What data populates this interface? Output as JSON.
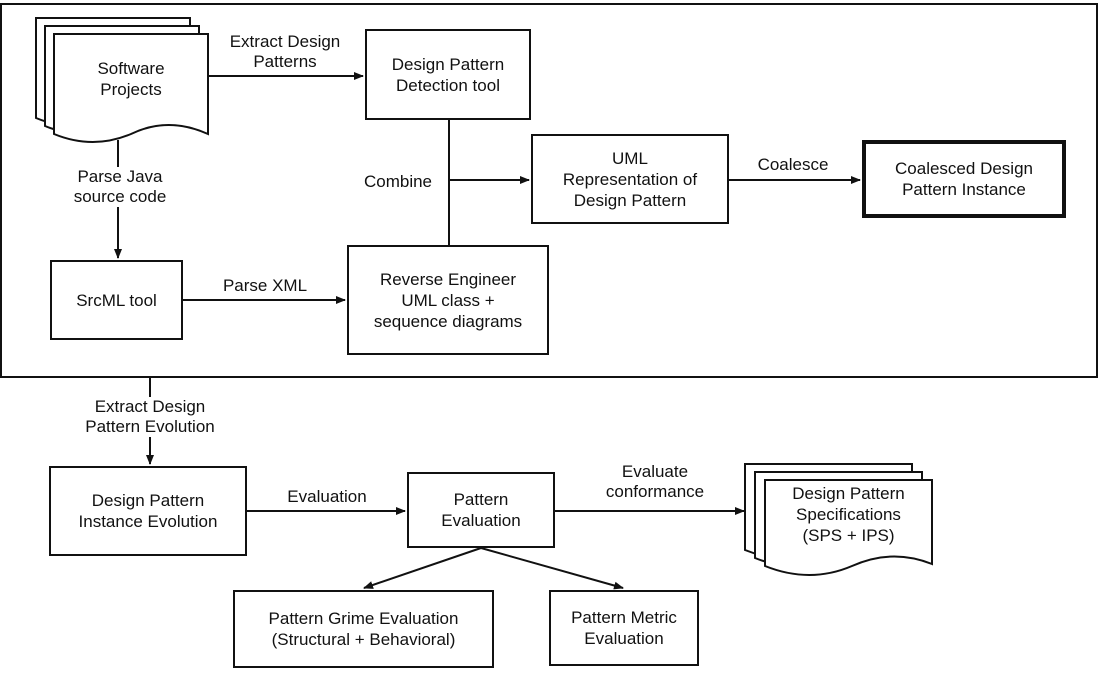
{
  "nodes": {
    "software_projects": "Software\nProjects",
    "detection_tool": "Design Pattern\nDetection tool",
    "uml_representation": "UML\nRepresentation of\nDesign Pattern",
    "coalesced_instance": "Coalesced Design\nPattern Instance",
    "srcml_tool": "SrcML tool",
    "reverse_engineer": "Reverse Engineer\nUML class +\nsequence diagrams",
    "instance_evolution": "Design Pattern\nInstance Evolution",
    "pattern_evaluation": "Pattern\nEvaluation",
    "specifications": "Design Pattern\nSpecifications\n(SPS + IPS)",
    "grime_evaluation": "Pattern Grime Evaluation\n(Structural + Behavioral)",
    "metric_evaluation": "Pattern Metric\nEvaluation"
  },
  "edges": {
    "extract_design_patterns": "Extract Design\nPatterns",
    "parse_java": "Parse Java\nsource code",
    "combine": "Combine",
    "coalesce": "Coalesce",
    "parse_xml": "Parse XML",
    "extract_evolution": "Extract Design\nPattern Evolution",
    "evaluation": "Evaluation",
    "evaluate_conformance": "Evaluate\nconformance"
  }
}
